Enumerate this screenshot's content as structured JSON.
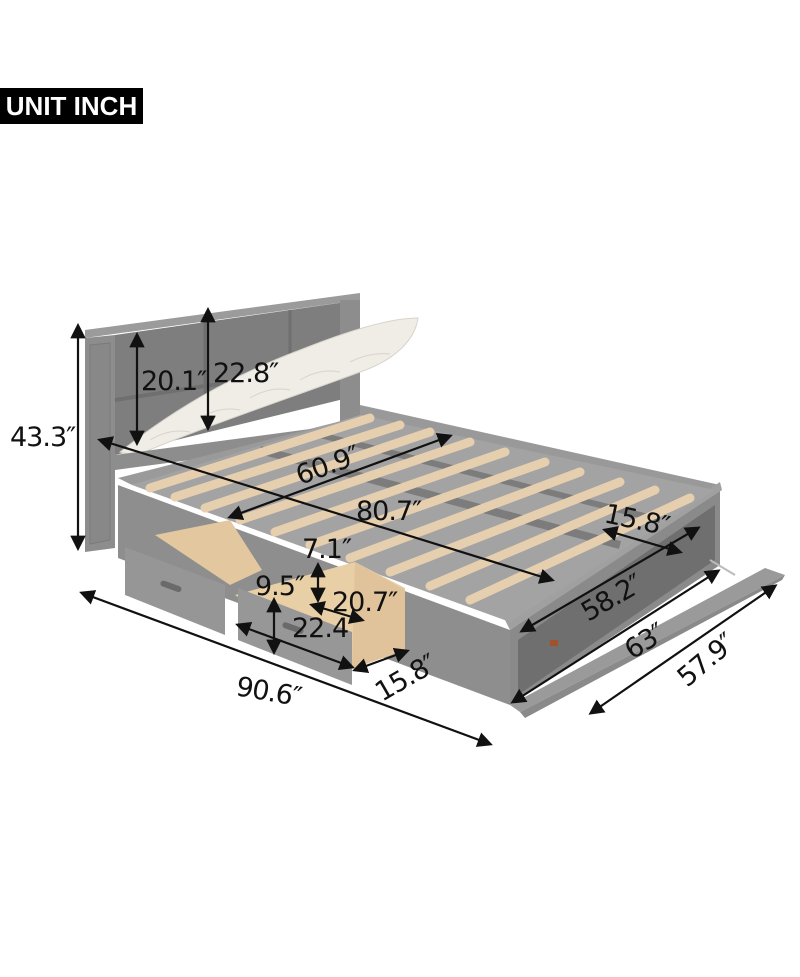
{
  "badge": {
    "label": "UNIT INCH"
  },
  "product": {
    "name": "Bookcase headboard bed with drawers and storage",
    "color_frame": "#8a8a8a",
    "color_slats": "#e8d2b0",
    "color_cushion": "#f0ece6"
  },
  "dimensions": {
    "overall_height": "43.3″",
    "headboard_inner_height": "20.1″",
    "headboard_cushion_height": "22.8″",
    "inner_width": "60.9″",
    "inner_length": "80.7″",
    "side_rail_height": "7.1″",
    "drawer_height": "9.5″",
    "drawer_inner_depth": "20.7″",
    "drawer_width": "22.4″",
    "drawer_depth": "15.8″",
    "overall_length": "90.6″",
    "footboard_storage_depth": "15.8″",
    "footboard_storage_width": "58.2″",
    "footboard_opening_width": "63″",
    "footboard_door_width": "57.9″"
  }
}
